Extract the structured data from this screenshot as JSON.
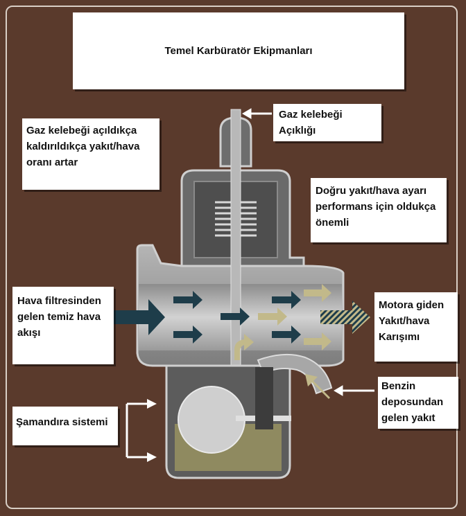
{
  "title": "Temel Karbüratör Ekipmanları",
  "labels": {
    "throttle_note": "Gaz kelebeği açıldıkça\nkaldırıldıkça yakıt/hava\noranı artar",
    "throttle_opening": "Gaz kelebeği\nAçıklığı",
    "ratio_note": "Doğru yakıt/hava ayarı\nperformans için oldukça\nönemli",
    "air_flow": "Hava filtresinden\ngelen temiz hava\nakışı",
    "engine_mixture": "Motora giden\nYakıt/hava\nKarışımı",
    "float_system": "Şamandıra sistemi",
    "fuel_supply": "Benzin\ndeposundan\ngelen yakıt"
  },
  "colors": {
    "background": "#5a3a2c",
    "air_arrow": "#1e3d4a",
    "fuel_arrow": "#c2b98a",
    "body_gray": "#9b9b9b"
  }
}
